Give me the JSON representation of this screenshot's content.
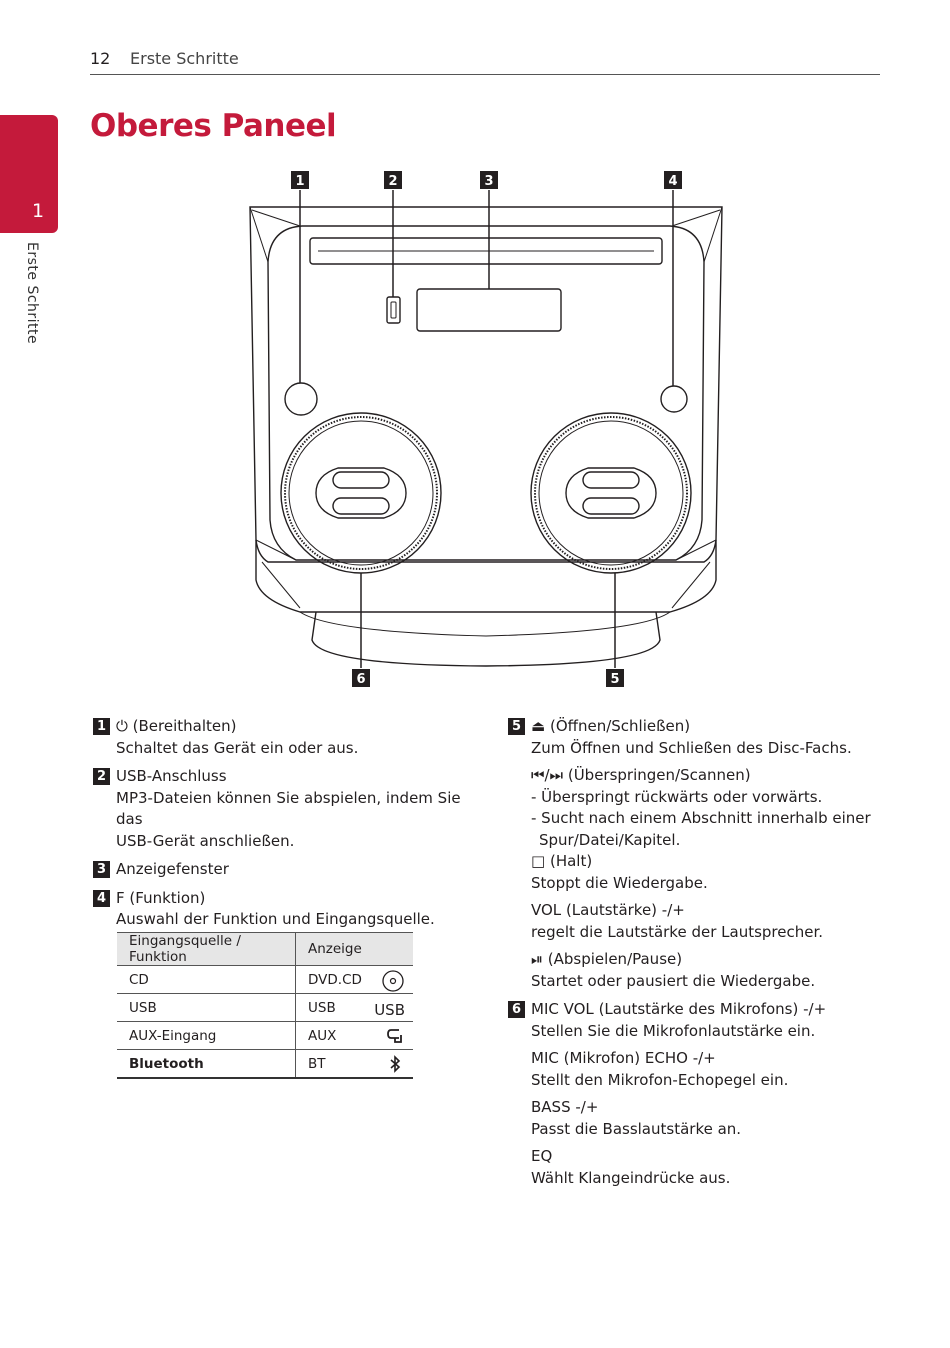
{
  "header": {
    "page_number": "12",
    "section": "Erste Schritte"
  },
  "side_tab": {
    "number": "1",
    "label": "Erste Schritte"
  },
  "title": "Oberes Paneel",
  "diagram": {
    "callouts": [
      "1",
      "2",
      "3",
      "4",
      "6",
      "5"
    ]
  },
  "left_items": [
    {
      "num": "1",
      "symbol": "⏻",
      "title": "(Bereithalten)",
      "desc": "Schaltet das Gerät ein oder aus."
    },
    {
      "num": "2",
      "title": "USB-Anschluss",
      "desc1": "MP3-Dateien können Sie abspielen, indem Sie das",
      "desc2": "USB-Gerät anschließen."
    },
    {
      "num": "3",
      "title": "Anzeigefenster"
    },
    {
      "num": "4",
      "key": "F",
      "title": "(Funktion)",
      "desc": "Auswahl der Funktion und Eingangsquelle."
    }
  ],
  "table": {
    "headers": [
      "Eingangsquelle / Funktion",
      "Anzeige"
    ],
    "rows": [
      {
        "source": "CD",
        "display": "DVD.CD",
        "icon": "disc-icon"
      },
      {
        "source": "USB",
        "display": "USB",
        "icon_text": "USB"
      },
      {
        "source": "AUX-Eingang",
        "display": "AUX",
        "icon": "aux-icon"
      },
      {
        "source": "Bluetooth",
        "display": "BT",
        "icon": "bluetooth-icon"
      }
    ]
  },
  "right_items": {
    "item5": {
      "num": "5",
      "eject_symbol": "⏏",
      "eject_title": "(Öffnen/Schließen)",
      "eject_desc": "Zum Öffnen und Schließen des Disc-Fachs.",
      "skip_symbol": "⏮/⏭",
      "skip_title": "(Überspringen/Scannen)",
      "skip_desc1": "- Überspringt rückwärts oder vorwärts.",
      "skip_desc2": "- Sucht nach einem Abschnitt innerhalb einer",
      "skip_desc3": "Spur/Datei/Kapitel.",
      "stop_symbol": "□",
      "stop_title": "(Halt)",
      "stop_desc": "Stoppt die Wiedergabe.",
      "vol_key": "VOL",
      "vol_title": "(Lautstärke) -/+",
      "vol_desc": "regelt die Lautstärke der Lautsprecher.",
      "play_symbol": "⏯",
      "play_title": "(Abspielen/Pause)",
      "play_desc": "Startet oder pausiert die Wiedergabe."
    },
    "item6": {
      "num": "6",
      "micvol_key": "MIC VOL",
      "micvol_title": "(Lautstärke des Mikrofons) -/+",
      "micvol_desc": "Stellen Sie die Mikrofonlautstärke ein.",
      "echo_key1": "MIC",
      "echo_title": "(Mikrofon)",
      "echo_key2": "ECHO -/+",
      "echo_desc": "Stellt den Mikrofon-Echopegel ein.",
      "bass_key": "BASS -/+",
      "bass_desc": "Passt die Basslautstärke an.",
      "eq_key": "EQ",
      "eq_desc": "Wählt Klangeindrücke aus."
    }
  }
}
